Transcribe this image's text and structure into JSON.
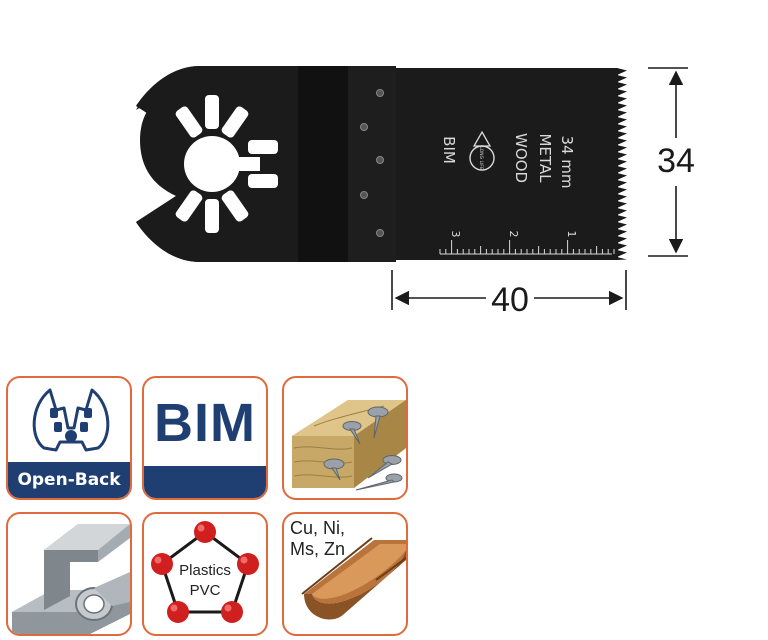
{
  "dimensions": {
    "height_label": "34",
    "width_label": "40"
  },
  "blade": {
    "material_mark": "BIM",
    "long_life_mark": "LONG LIFE",
    "use_line1": "WOOD",
    "use_line2": "METAL",
    "size_mark": "34 mm",
    "scale_labels": [
      "3",
      "2",
      "1"
    ]
  },
  "icons": [
    {
      "name": "open-back-icon",
      "label": "Open-Back"
    },
    {
      "name": "bim-icon",
      "label": "BIM"
    },
    {
      "name": "wood-with-nails-icon"
    },
    {
      "name": "metal-profiles-icon"
    },
    {
      "name": "plastics-pvc-icon",
      "line1": "Plastics",
      "line2": "PVC"
    },
    {
      "name": "non-ferrous-metals-icon",
      "line1": "Cu, Ni,",
      "line2": "Ms, Zn"
    }
  ],
  "colors": {
    "tile_border": "#e06a3b",
    "label_blue": "#1f3f73",
    "blade_dark": "#1b1b1b",
    "molecule_red": "#d01f1f",
    "wood": "#c8a866",
    "copper": "#b8743a"
  }
}
